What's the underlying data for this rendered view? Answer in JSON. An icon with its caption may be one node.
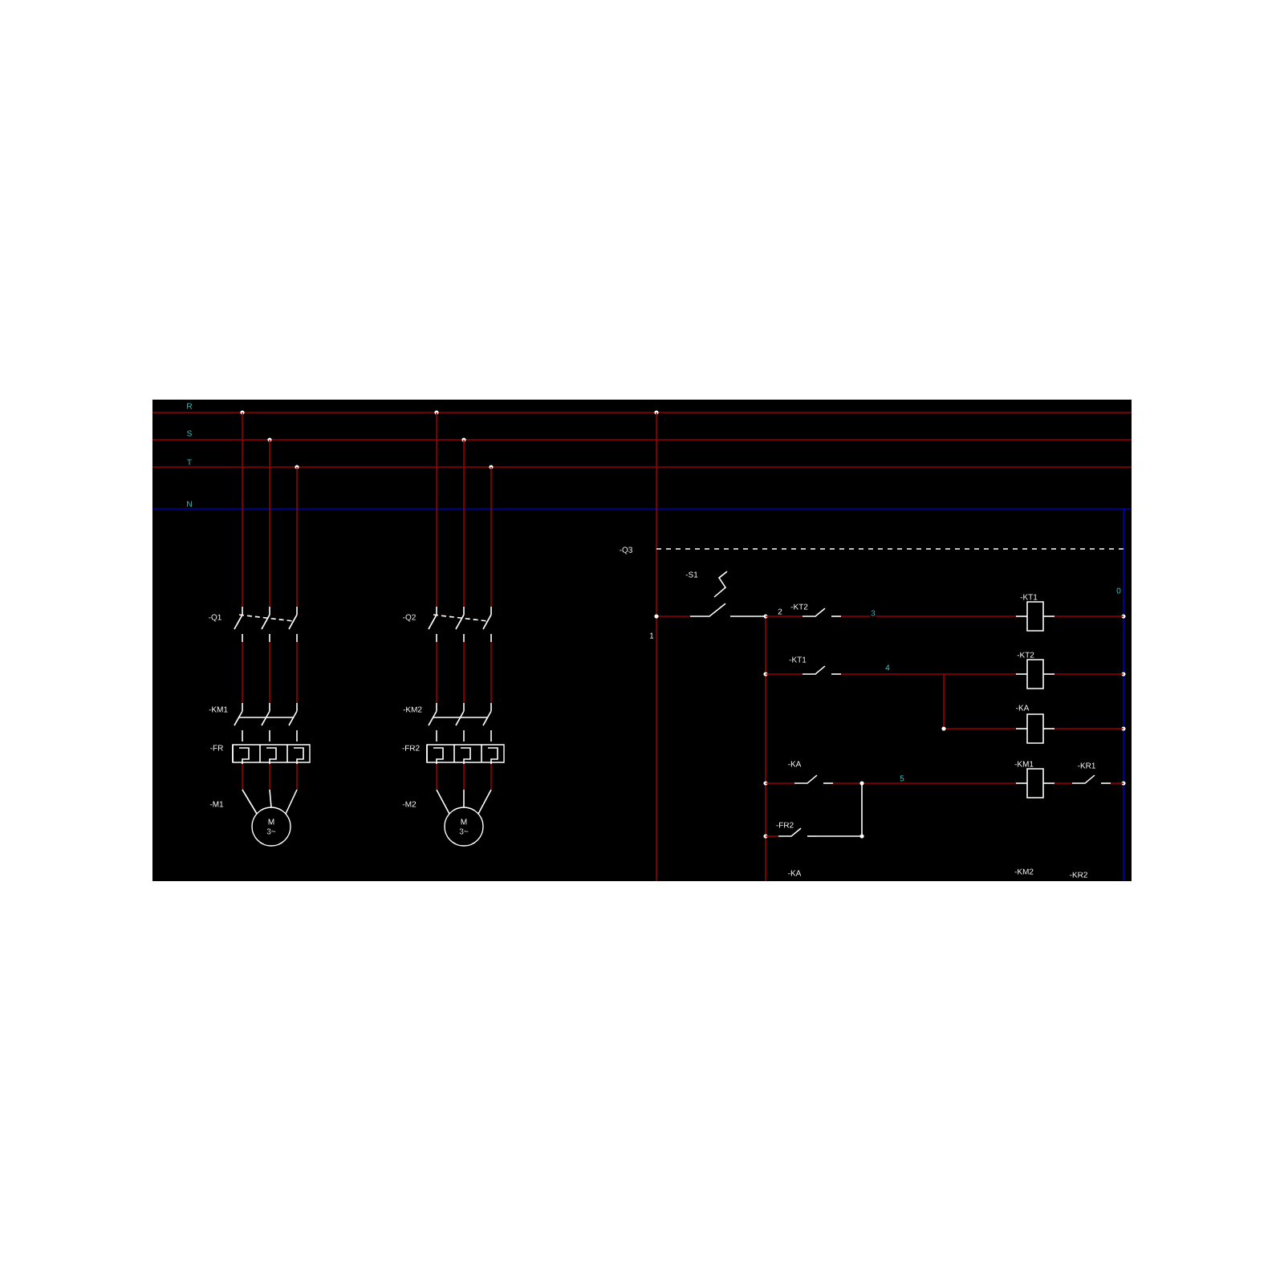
{
  "diagram": {
    "nodes": [
      {
        "text": [
          "M",
          "3~"
        ],
        "beside": [
          "-M1"
        ]
      },
      {
        "text": [
          "M",
          "3~"
        ],
        "beside": [
          "-M2"
        ]
      }
    ],
    "labels": [
      "R",
      "S",
      "T",
      "N",
      "-Q3",
      "-S1",
      "-KT2",
      "3",
      "-KT1",
      "0",
      "-Q1",
      "-Q2",
      "2",
      "1",
      "-KT1",
      "4",
      "-KT2",
      "-KM1",
      "-KM2",
      "-KA",
      "-FR",
      "-FR2",
      "-KA",
      "5",
      "-KM1",
      "-KR1",
      "-FR2",
      "-KA",
      "-KM2",
      "-KR2"
    ]
  }
}
